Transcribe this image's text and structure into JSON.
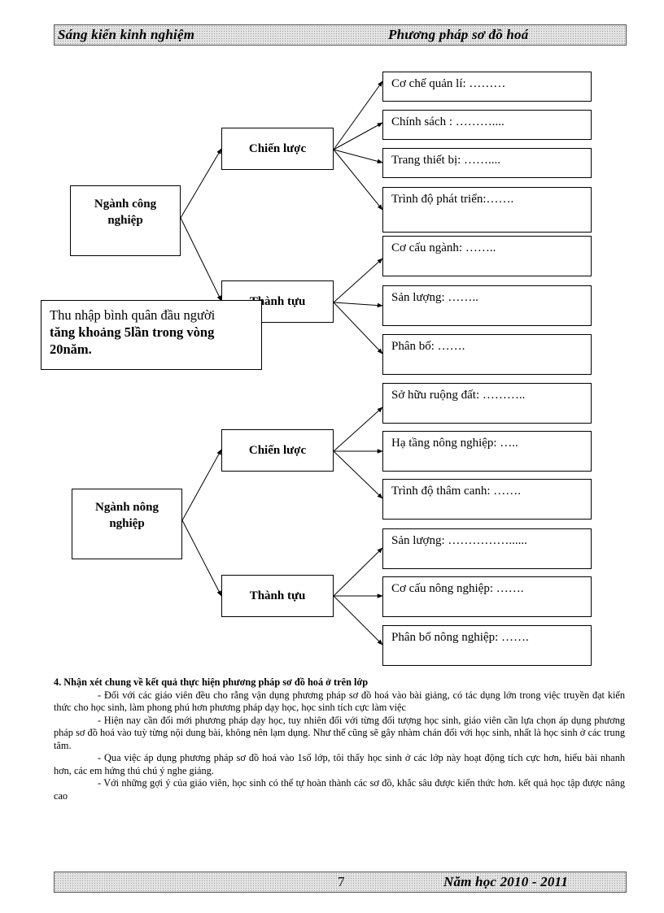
{
  "header": {
    "left": "Sáng kiến kinh nghiệm",
    "right": "Phương pháp sơ đồ hoá"
  },
  "diagram1": {
    "root": "Ngành công nghiệp",
    "branch1": {
      "label": "Chiến lược",
      "items": [
        "Cơ chế quản lí: ………",
        "Chính sách : ………....",
        "Trang thiết bị: ……....",
        "Trình độ phát triển:……."
      ]
    },
    "branch2": {
      "label": "Thành tựu",
      "items": [
        "Cơ cấu ngành:  ……..",
        "Sản lượng:  ……..",
        "Phân bố: ……."
      ]
    },
    "note": {
      "line1": "Thu nhập bình quân đầu người",
      "line2": "tăng khoảng 5lần trong vòng",
      "line3": "20năm."
    }
  },
  "diagram2": {
    "root": "Ngành nông nghiệp",
    "branch1": {
      "label": "Chiến lược",
      "items": [
        "Sở hữu ruộng đất: ………..",
        "Hạ tầng nông nghiệp: …..",
        "Trình độ thâm canh: ……."
      ]
    },
    "branch2": {
      "label": "Thành tựu",
      "items": [
        "Sản lượng:  ……………......",
        "Cơ cấu nông nghiệp:  …….",
        "Phân bố nông nghiệp:  ……."
      ]
    }
  },
  "section": {
    "heading": "4. Nhận xét chung về kết quả thực hiện phương pháp  sơ đồ hoá ở trên lớp",
    "paragraphs": [
      "- Đối với các giáo viên đều cho rằng vận dụng phương pháp sơ đồ hoá vào bài giảng,  có tác dụng lớn trong việc truyền  đạt kiến thức cho học sinh, làm phong phú hơn phương pháp dạy học, học sinh tích cực làm việc",
      "- Hiện nay cần đổi mới phương pháp dạy học, tuy nhiên  đối với từng đối tượng học sinh,  giáo viên cần lựa chọn áp dụng phương pháp sơ đồ hoá vào tuỳ từng nội dung bài, không nên lạm dụng.  Như thế cũng sẽ gây nhàm chán đối với học sinh,  nhất là học sinh ở các trung tâm.",
      "- Qua  việc áp dụng phương pháp sơ đồ hoá vào 1số lớp,  tôi thấy học sinh ở các lớp này hoạt động tích cực hơn,  hiểu bài nhanh  hơn,  các em hứng thú chú ý nghe giảng.",
      "- Với những gợi ý của giáo viên,  học sinh có thể tự hoàn thành  các sơ đồ, khắc sâu được kiến thức hơn.  kết quả học tập được nâng cao"
    ]
  },
  "footer": {
    "page": "7",
    "right": "Năm học 2010 - 2011"
  }
}
